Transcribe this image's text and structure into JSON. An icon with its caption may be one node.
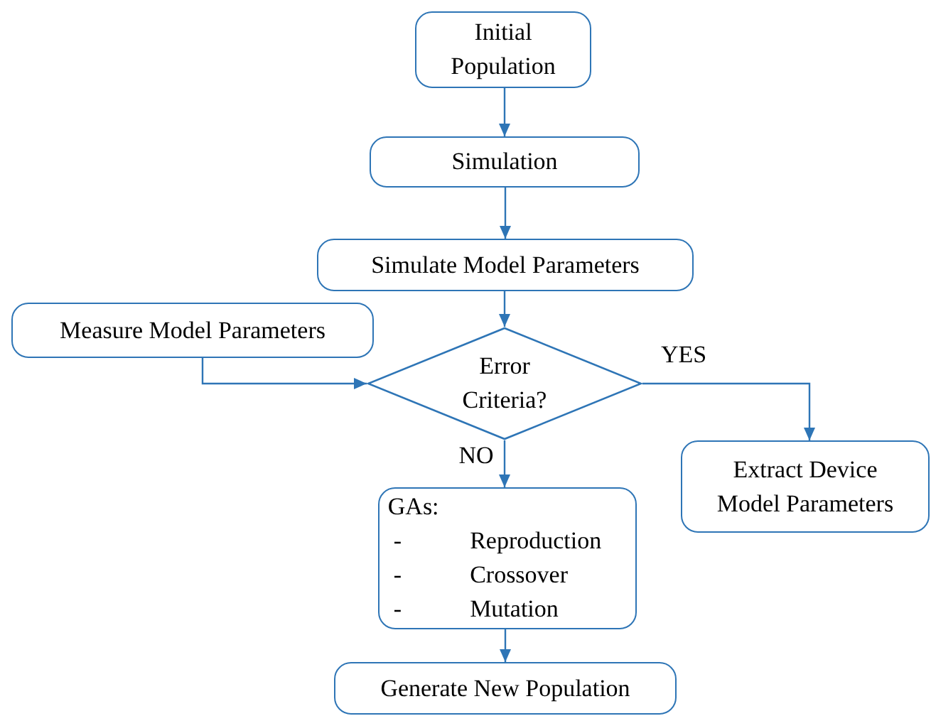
{
  "diagram": {
    "nodes": [
      {
        "text": [
          "Initial Population"
        ]
      },
      {
        "text": [
          "Simulation"
        ]
      },
      {
        "text": [
          "Simulate Model Parameters"
        ]
      },
      {
        "text": [
          "Measure Model Parameters"
        ]
      },
      {
        "text": [
          "Error Criteria?"
        ]
      },
      {
        "text": [
          "Extract Device Model Parameters"
        ]
      },
      {
        "text": [
          "GAs:",
          "-",
          "Reproduction",
          "-",
          "Crossover",
          "-",
          "Mutation"
        ]
      },
      {
        "text": [
          "Generate New Population"
        ]
      }
    ],
    "edges": [
      {
        "from": 0,
        "to": 1,
        "arrow": "to"
      },
      {
        "from": 1,
        "to": 2,
        "arrow": "to"
      },
      {
        "from": 2,
        "to": 4,
        "arrow": "to"
      },
      {
        "from": 3,
        "to": 4,
        "arrow": "to"
      },
      {
        "from": 4,
        "to": 5,
        "arrow": "to",
        "label": "YES"
      },
      {
        "from": 4,
        "to": 6,
        "arrow": "to",
        "label": "NO"
      },
      {
        "from": 6,
        "to": 7,
        "arrow": "to"
      }
    ]
  }
}
